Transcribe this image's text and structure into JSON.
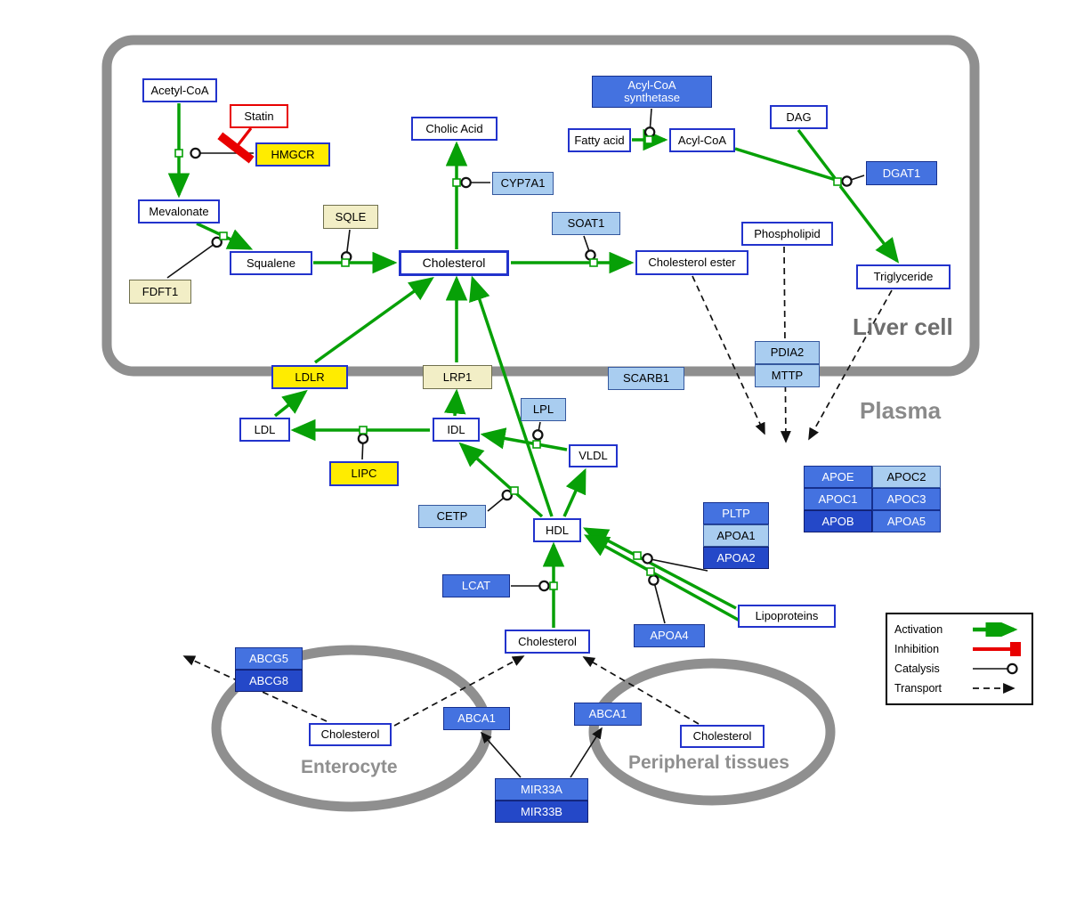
{
  "regions": {
    "liver_cell": "Liver cell",
    "plasma": "Plasma",
    "enterocyte": "Enterocyte",
    "peripheral_tissues": "Peripheral tissues"
  },
  "legend": {
    "activation": "Activation",
    "inhibition": "Inhibition",
    "catalysis": "Catalysis",
    "transport": "Transport"
  },
  "colors": {
    "activation_green": "#07A007",
    "inhibition_red": "#E80000",
    "membrane_gray": "#8F8F8F",
    "gene_yellow": "#ffec00",
    "gene_pale_yellow": "#f2eec6",
    "gene_light_blue": "#a9cdf0",
    "gene_blue": "#4472e0",
    "gene_dark_blue": "#2448c8"
  },
  "nodes": {
    "acetyl_coa": "Acetyl-CoA",
    "statin": "Statin",
    "hmgcr": "HMGCR",
    "mevalonate": "Mevalonate",
    "sqle": "SQLE",
    "fdft1": "FDFT1",
    "squalene": "Squalene",
    "cholesterol_liver": "Cholesterol",
    "cholic_acid": "Cholic Acid",
    "cyp7a1": "CYP7A1",
    "acyl_coa_synthetase": "Acyl-CoA synthetase",
    "fatty_acid": "Fatty acid",
    "acyl_coa": "Acyl-CoA",
    "dag": "DAG",
    "dgat1": "DGAT1",
    "soat1": "SOAT1",
    "cholesterol_ester": "Cholesterol ester",
    "phospholipid": "Phospholipid",
    "triglyceride": "Triglyceride",
    "ldlr": "LDLR",
    "lrp1": "LRP1",
    "scarb1": "SCARB1",
    "pdia2": "PDIA2",
    "mttp": "MTTP",
    "ldl": "LDL",
    "idl": "IDL",
    "lpl": "LPL",
    "vldl": "VLDL",
    "lipc": "LIPC",
    "cetp": "CETP",
    "hdl": "HDL",
    "pltp": "PLTP",
    "apoa1": "APOA1",
    "apoa2": "APOA2",
    "apoe": "APOE",
    "apoc2": "APOC2",
    "apoc1": "APOC1",
    "apoc3": "APOC3",
    "apob": "APOB",
    "apoa5": "APOA5",
    "lcat": "LCAT",
    "apoa4": "APOA4",
    "lipoproteins": "Lipoproteins",
    "cholesterol_plasma": "Cholesterol",
    "abcg5": "ABCG5",
    "abcg8": "ABCG8",
    "cholesterol_enterocyte": "Cholesterol",
    "abca1_left": "ABCA1",
    "abca1_right": "ABCA1",
    "cholesterol_peripheral": "Cholesterol",
    "mir33a": "MIR33A",
    "mir33b": "MIR33B"
  },
  "edges": [
    {
      "type": "activation",
      "pts": [
        [
          201,
          116
        ],
        [
          201,
          219
        ]
      ]
    },
    {
      "type": "activation",
      "pts": [
        [
          221,
          251
        ],
        [
          281,
          279
        ]
      ]
    },
    {
      "type": "activation",
      "pts": [
        [
          352,
          295
        ],
        [
          443,
          295
        ]
      ]
    },
    {
      "type": "activation",
      "pts": [
        [
          513,
          280
        ],
        [
          513,
          162
        ]
      ]
    },
    {
      "type": "activation",
      "pts": [
        [
          574,
          295
        ],
        [
          709,
          295
        ]
      ]
    },
    {
      "type": "activation",
      "pts": [
        [
          710,
          157
        ],
        [
          747,
          157
        ]
      ]
    },
    {
      "type": "line",
      "pts": [
        [
          826,
          167
        ],
        [
          939,
          202
        ]
      ]
    },
    {
      "type": "line",
      "pts": [
        [
          897,
          146
        ],
        [
          938,
          200
        ]
      ]
    },
    {
      "type": "activation",
      "pts": [
        [
          944,
          209
        ],
        [
          1008,
          293
        ]
      ]
    },
    {
      "type": "activation",
      "pts": [
        [
          309,
          467
        ],
        [
          343,
          440
        ]
      ]
    },
    {
      "type": "activation",
      "pts": [
        [
          354,
          407
        ],
        [
          485,
          313
        ]
      ]
    },
    {
      "type": "activation",
      "pts": [
        [
          511,
          467
        ],
        [
          513,
          440
        ]
      ]
    },
    {
      "type": "activation",
      "pts": [
        [
          513,
          407
        ],
        [
          513,
          313
        ]
      ]
    },
    {
      "type": "activation",
      "pts": [
        [
          620,
          580
        ],
        [
          531,
          313
        ]
      ]
    },
    {
      "type": "activation",
      "pts": [
        [
          483,
          483
        ],
        [
          330,
          483
        ]
      ]
    },
    {
      "type": "activation",
      "pts": [
        [
          637,
          505
        ],
        [
          543,
          488
        ]
      ]
    },
    {
      "type": "activation",
      "pts": [
        [
          634,
          580
        ],
        [
          657,
          529
        ]
      ]
    },
    {
      "type": "activation",
      "pts": [
        [
          609,
          580
        ],
        [
          518,
          499
        ]
      ]
    },
    {
      "type": "activation",
      "pts": [
        [
          827,
          683
        ],
        [
          658,
          594
        ]
      ]
    },
    {
      "type": "activation",
      "pts": [
        [
          833,
          698
        ],
        [
          659,
          602
        ]
      ]
    },
    {
      "type": "activation",
      "pts": [
        [
          622,
          705
        ],
        [
          622,
          612
        ]
      ]
    },
    {
      "type": "catalysis",
      "pts": [
        [
          285,
          172
        ],
        [
          218,
          172
        ]
      ]
    },
    {
      "type": "catalysis",
      "pts": [
        [
          188,
          312
        ],
        [
          245,
          271
        ]
      ]
    },
    {
      "type": "catalysis",
      "pts": [
        [
          393,
          258
        ],
        [
          389,
          290
        ]
      ]
    },
    {
      "type": "catalysis",
      "pts": [
        [
          551,
          205
        ],
        [
          522,
          205
        ]
      ]
    },
    {
      "type": "catalysis",
      "pts": [
        [
          656,
          265
        ],
        [
          664,
          288
        ]
      ]
    },
    {
      "type": "catalysis",
      "pts": [
        [
          732,
          122
        ],
        [
          730,
          150
        ]
      ]
    },
    {
      "type": "catalysis",
      "pts": [
        [
          971,
          197
        ],
        [
          950,
          204
        ]
      ]
    },
    {
      "type": "catalysis",
      "pts": [
        [
          607,
          474
        ],
        [
          604,
          490
        ]
      ]
    },
    {
      "type": "catalysis",
      "pts": [
        [
          407,
          516
        ],
        [
          408,
          491
        ]
      ]
    },
    {
      "type": "catalysis",
      "pts": [
        [
          548,
          574
        ],
        [
          571,
          555
        ]
      ]
    },
    {
      "type": "catalysis",
      "pts": [
        [
          574,
          658
        ],
        [
          613,
          658
        ]
      ]
    },
    {
      "type": "catalysis",
      "pts": [
        [
          747,
          700
        ],
        [
          734,
          650
        ]
      ]
    },
    {
      "type": "catalysis",
      "pts": [
        [
          795,
          641
        ],
        [
          726,
          627
        ]
      ]
    },
    {
      "type": "regulation",
      "pts": [
        [
          585,
          873
        ],
        [
          541,
          823
        ]
      ]
    },
    {
      "type": "regulation",
      "pts": [
        [
          641,
          873
        ],
        [
          676,
          818
        ]
      ]
    },
    {
      "type": "transport",
      "pts": [
        [
          778,
          310
        ],
        [
          859,
          487
        ]
      ]
    },
    {
      "type": "transport",
      "pts": [
        [
          881,
          277
        ],
        [
          883,
          496
        ]
      ]
    },
    {
      "type": "transport",
      "pts": [
        [
          1002,
          326
        ],
        [
          909,
          493
        ]
      ]
    },
    {
      "type": "transport",
      "pts": [
        [
          367,
          810
        ],
        [
          207,
          737
        ]
      ]
    },
    {
      "type": "transport",
      "pts": [
        [
          443,
          815
        ],
        [
          588,
          737
        ]
      ]
    },
    {
      "type": "transport",
      "pts": [
        [
          785,
          813
        ],
        [
          656,
          738
        ]
      ]
    },
    {
      "type": "inhibition",
      "pts": [
        [
          282,
          144
        ],
        [
          265,
          166
        ]
      ]
    }
  ],
  "reaction_nodes": [
    [
      201,
      172
    ],
    [
      251,
      265
    ],
    [
      388,
      295
    ],
    [
      513,
      205
    ],
    [
      667,
      295
    ],
    [
      729,
      157
    ],
    [
      941,
      204
    ],
    [
      408,
      483
    ],
    [
      603,
      499
    ],
    [
      578,
      551
    ],
    [
      716,
      624
    ],
    [
      731,
      642
    ],
    [
      622,
      658
    ]
  ]
}
